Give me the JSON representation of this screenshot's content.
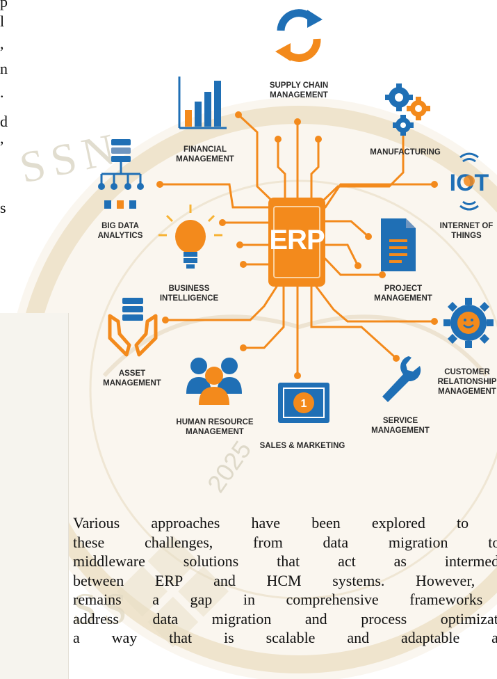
{
  "left_text_fragments": [
    "p",
    "l",
    ",",
    "n",
    ".",
    "d",
    ",",
    "s"
  ],
  "erp": {
    "center_label": "ERP",
    "orange": "#f38a1c",
    "blue": "#1f6fb5"
  },
  "modules": {
    "supply_chain": [
      "SUPPLY CHAIN",
      "MANAGEMENT"
    ],
    "financial": [
      "FINANCIAL",
      "MANAGEMENT"
    ],
    "manufacturing": "MANUFACTURING",
    "big_data": [
      "BIG DATA",
      "ANALYTICS"
    ],
    "iot": [
      "INTERNET OF",
      "THINGS"
    ],
    "business_intelligence": [
      "BUSINESS",
      "INTELLIGENCE"
    ],
    "project": [
      "PROJECT",
      "MANAGEMENT"
    ],
    "asset": [
      "ASSET",
      "MANAGEMENT"
    ],
    "crm": [
      "CUSTOMER",
      "RELATIONSHIP",
      "MANAGEMENT"
    ],
    "hr": [
      "HUMAN RESOURCE",
      "MANAGEMENT"
    ],
    "service": [
      "SERVICE",
      "MANAGEMENT"
    ],
    "sales": "SALES & MARKETING"
  },
  "icon_glyphs": {
    "iot": "IOT",
    "sales": "1"
  },
  "paragraph_lines": [
    "Various approaches have been explored to tac",
    "these challenges, from data migration tools",
    "middleware solutions that act as intermedian",
    "between ERP and HCM systems. However, th",
    "remains a gap in comprehensive frameworks t",
    "address data migration and process optimization",
    "a  way  that  is  scalable  and  adaptable  acro"
  ],
  "watermark": {
    "letters_top": "SSN",
    "letters_side": "SS",
    "year": "2025",
    "tint": "#d9b46a"
  }
}
